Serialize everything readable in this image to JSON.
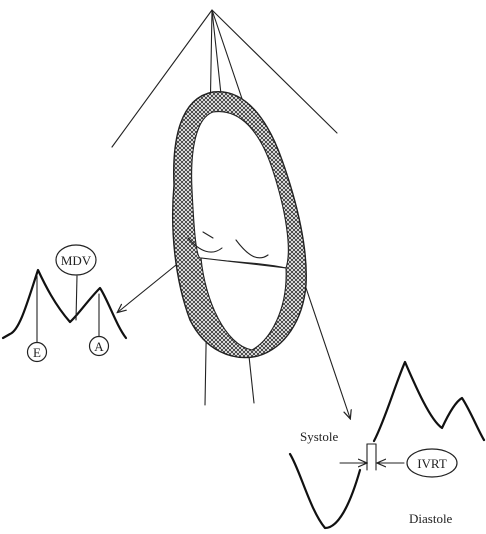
{
  "labels": {
    "mdv": "MDV",
    "e": "E",
    "a": "A",
    "systole": "Systole",
    "ivrt": "IVRT",
    "diastole": "Diastole"
  }
}
